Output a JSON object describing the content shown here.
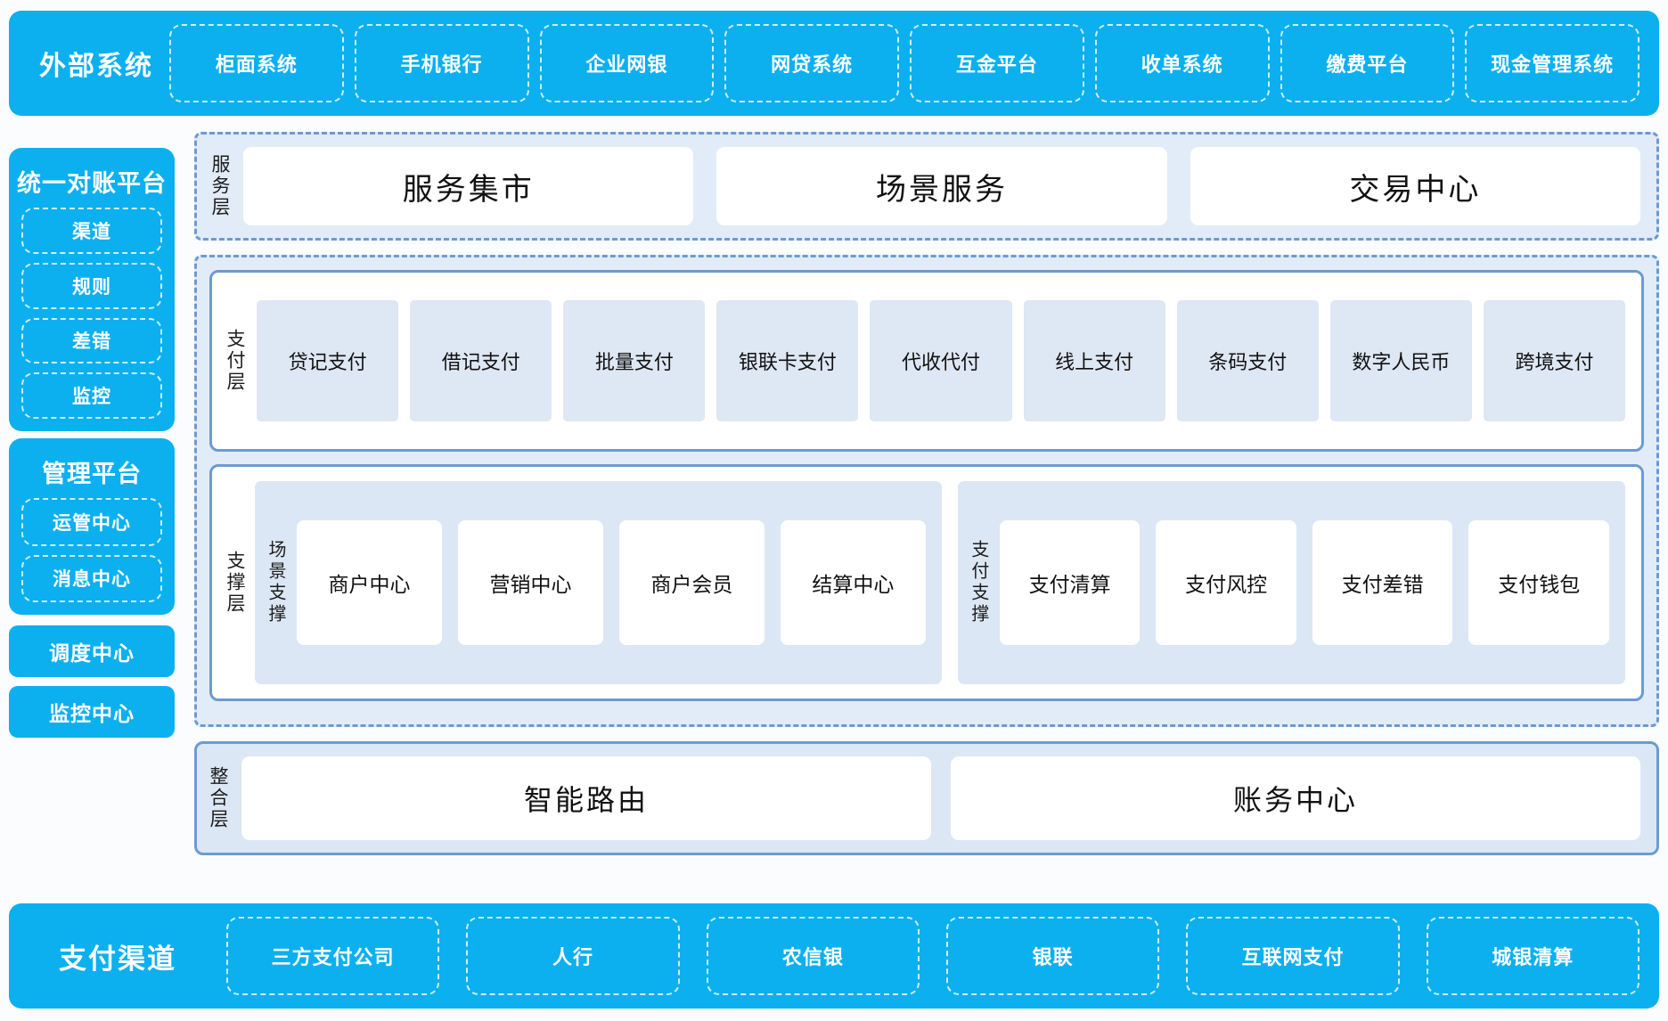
{
  "external": {
    "title": "外部系统",
    "items": [
      "柜面系统",
      "手机银行",
      "企业网银",
      "网贷系统",
      "互金平台",
      "收单系统",
      "缴费平台",
      "现金管理系统"
    ]
  },
  "sidebar": {
    "recon": {
      "title": "统一对账平台",
      "items": [
        "渠道",
        "规则",
        "差错",
        "监控"
      ]
    },
    "manage": {
      "title": "管理平台",
      "items": [
        "运管中心",
        "消息中心"
      ]
    },
    "dispatch_center": "调度中心",
    "monitor_center": "监控中心"
  },
  "service_layer": {
    "label": "服务层",
    "items": [
      "服务集市",
      "场景服务",
      "交易中心"
    ]
  },
  "payment_layer": {
    "label": "支付层",
    "items": [
      "贷记支付",
      "借记支付",
      "批量支付",
      "银联卡支付",
      "代收代付",
      "线上支付",
      "条码支付",
      "数字人民币",
      "跨境支付"
    ]
  },
  "support_layer": {
    "label": "支撑层",
    "groups": [
      {
        "label": "场景支撑",
        "items": [
          "商户中心",
          "营销中心",
          "商户会员",
          "结算中心"
        ]
      },
      {
        "label": "支付支撑",
        "items": [
          "支付清算",
          "支付风控",
          "支付差错",
          "支付钱包"
        ]
      }
    ]
  },
  "integration_layer": {
    "label": "整合层",
    "items": [
      "智能路由",
      "账务中心"
    ]
  },
  "channels": {
    "title": "支付渠道",
    "items": [
      "三方支付公司",
      "人行",
      "农信银",
      "银联",
      "互联网支付",
      "城银清算"
    ]
  },
  "colors": {
    "cyan": "#0cb0ef",
    "panel_fill": "#e2ecf8",
    "panel_border": "#6b9bd2",
    "box_fill": "#dee7f4",
    "page_bg": "#fafcfe"
  }
}
